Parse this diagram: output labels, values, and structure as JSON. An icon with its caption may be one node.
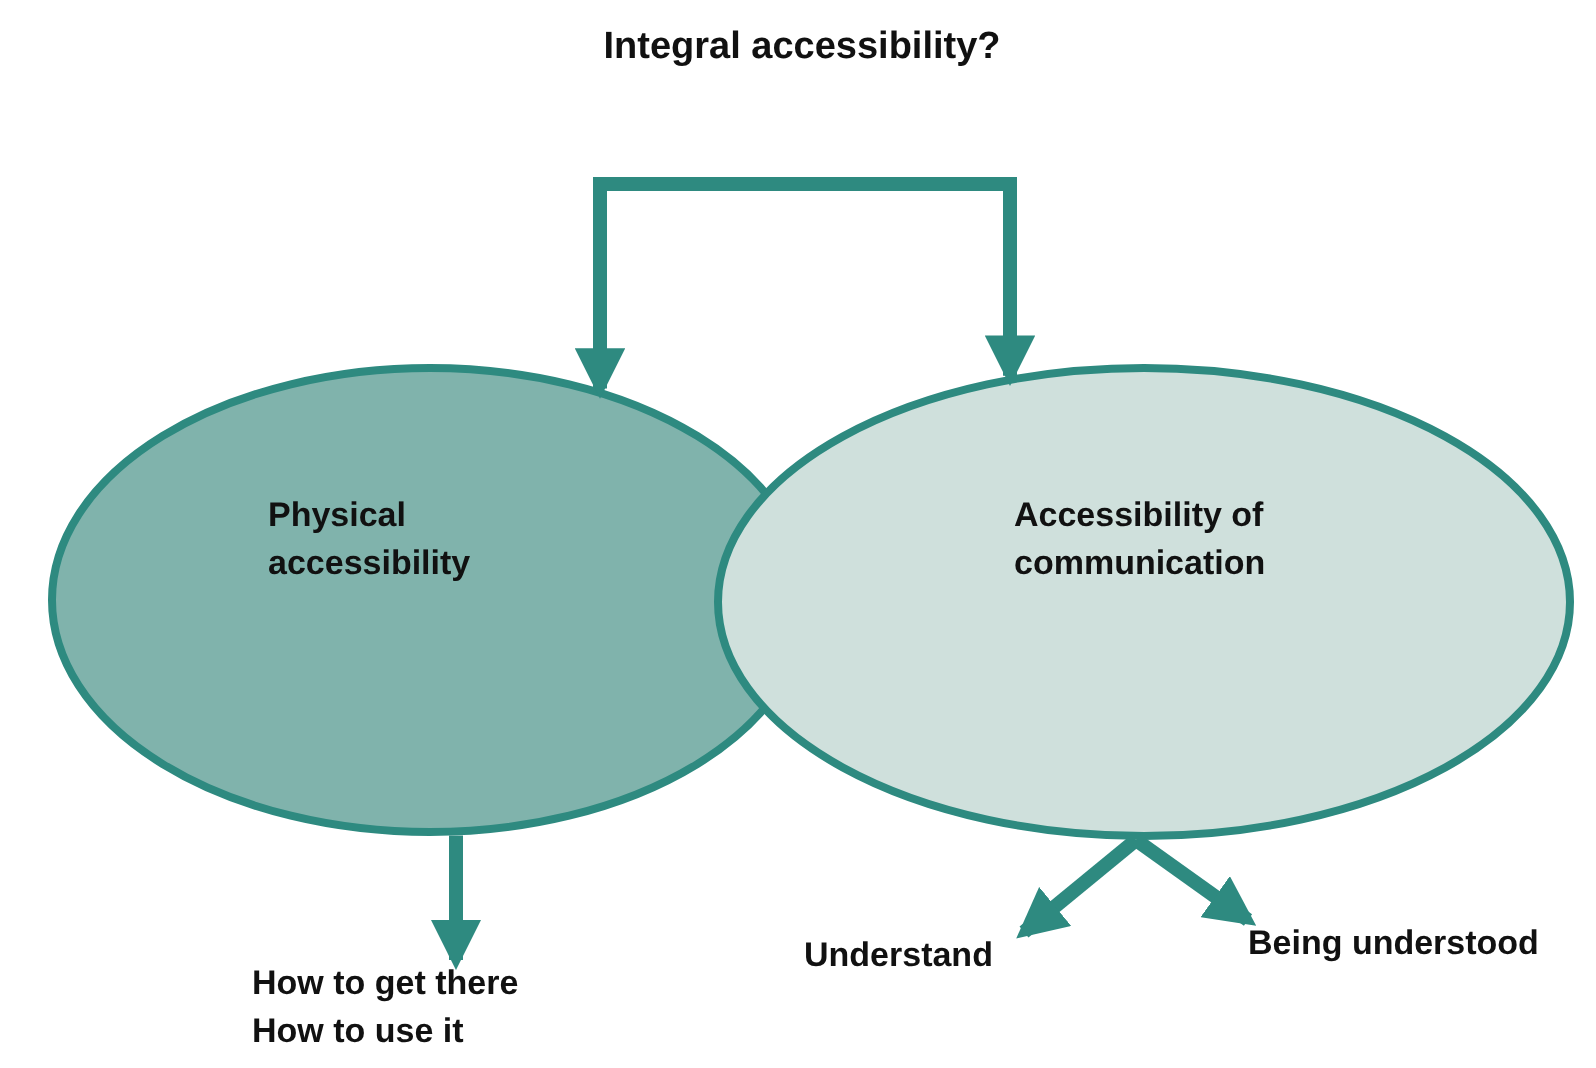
{
  "diagram": {
    "nodes": [
      {
        "text": [
          "Integral accessibility?"
        ]
      },
      {
        "text": [
          "Physical accessibility"
        ]
      },
      {
        "text": [
          "Accessibility of communication"
        ]
      },
      {
        "text": [
          "How to get there",
          "How to use it"
        ]
      },
      {
        "text": [
          "Understand"
        ]
      },
      {
        "text": [
          "Being understood"
        ]
      }
    ],
    "edges": [
      {
        "from": null,
        "to": 1,
        "arrow": "to"
      },
      {
        "from": null,
        "to": 2,
        "arrow": "to"
      },
      {
        "from": 1,
        "to": 3,
        "arrow": "to"
      },
      {
        "from": 2,
        "to": 4,
        "arrow": "to"
      },
      {
        "from": 2,
        "to": 5,
        "arrow": "to"
      }
    ]
  }
}
